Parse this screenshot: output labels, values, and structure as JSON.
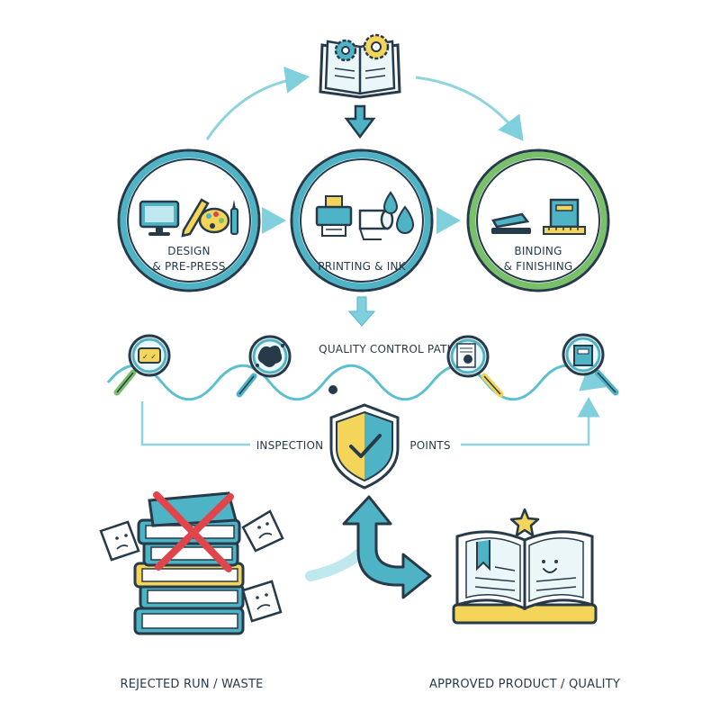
{
  "stages": [
    {
      "label_line1": "DESIGN",
      "label_line2": "& PRE-PRESS",
      "ring_color": "#4fb3c6"
    },
    {
      "label_line1": "PRINTING & INK",
      "label_line2": "",
      "ring_color": "#4fb3c6"
    },
    {
      "label_line1": "BINDING",
      "label_line2": "& FINISHING",
      "ring_color": "#79c06a"
    }
  ],
  "qc": {
    "path_label": "QUALITY CONTROL PATH",
    "inspection_left": "INSPECTION",
    "inspection_right": "POINTS"
  },
  "outcomes": {
    "rejected": "REJECTED RUN / WASTE",
    "approved": "APPROVED PRODUCT / QUALITY"
  },
  "colors": {
    "outline": "#263a49",
    "teal": "#4fb3c6",
    "light_teal": "#a8dce6",
    "green": "#79c06a",
    "yellow": "#f5d45a",
    "red": "#e0454b"
  }
}
